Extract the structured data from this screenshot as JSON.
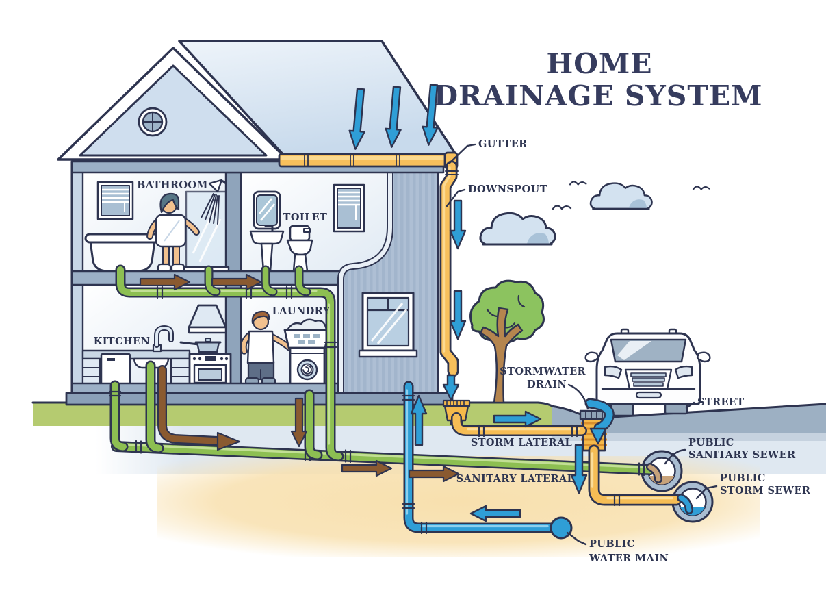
{
  "title": {
    "line1": "HOME",
    "line2": "DRAINAGE SYSTEM"
  },
  "rooms": {
    "bathroom": "BATHROOM",
    "toilet": "TOILET",
    "kitchen": "KITCHEN",
    "laundry": "LAUNDRY"
  },
  "callouts": {
    "gutter": "GUTTER",
    "downspout": "DOWNSPOUT",
    "stormwater_drain_1": "STORMWATER",
    "stormwater_drain_2": "DRAIN",
    "street": "STREET",
    "storm_lateral": "STORM LATERAL",
    "sanitary_lateral": "SANITARY LATERAL",
    "public_sanitary_sewer_1": "PUBLIC",
    "public_sanitary_sewer_2": "SANITARY SEWER",
    "public_storm_sewer_1": "PUBLIC",
    "public_storm_sewer_2": "STORM SEWER",
    "public_water_main_1": "PUBLIC",
    "public_water_main_2": "WATER MAIN"
  },
  "colors": {
    "outline": "#2e3450",
    "label_text": "#2d3450",
    "title_text": "#363c5e",
    "water_blue": "#2f9ed6",
    "sanitary_pipe_green": "#8dbf52",
    "storm_pipe_orange": "#f6bd55",
    "waste_brown": "#8a5a30",
    "grass_green": "#b5cb70",
    "roof_blue": "#d7e4f2",
    "siding_blue": "#aebfd4",
    "soil_blue": "#dfe8f1",
    "soil_sand": "#f8e0ae",
    "street_gray": "#9db0c3"
  }
}
